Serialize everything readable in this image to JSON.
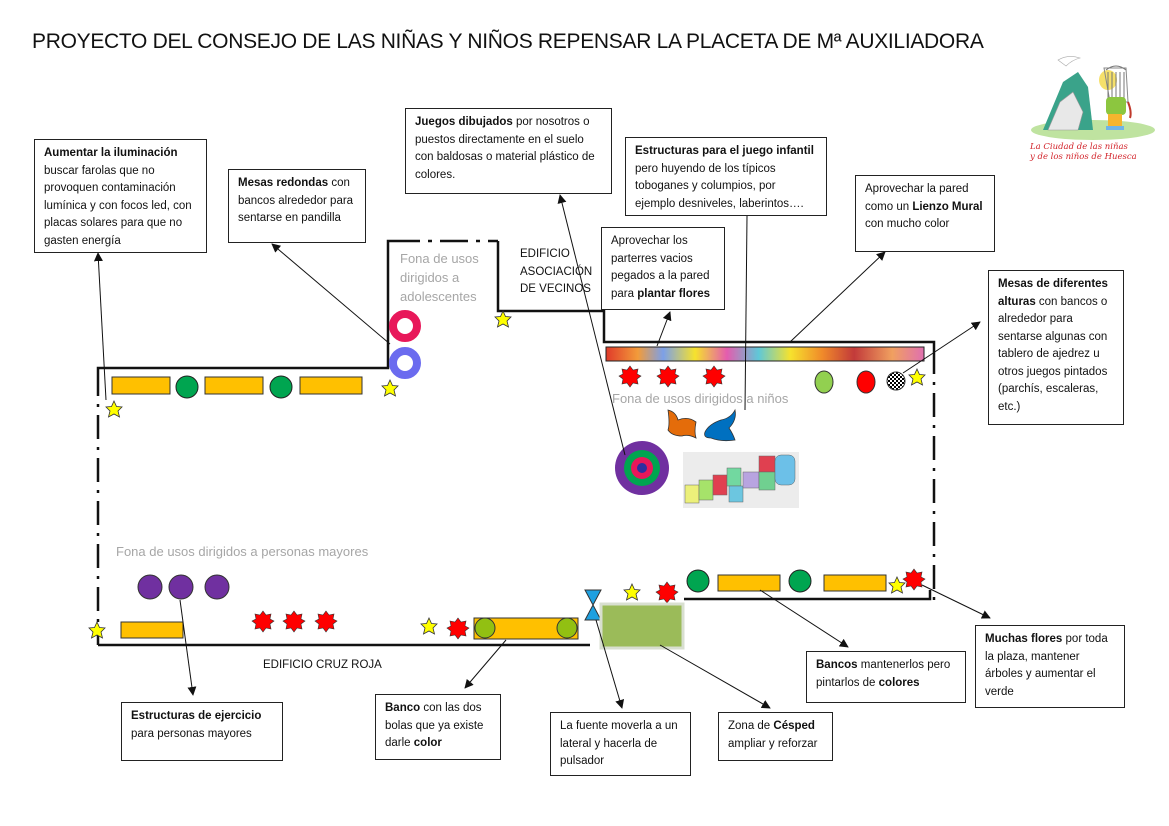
{
  "title": "PROYECTO DEL CONSEJO DE LAS NIÑAS Y NIÑOS REPENSAR LA PLACETA DE Mª AUXILIADORA",
  "logo": {
    "icon": "child-with-mountain-illustration",
    "caption_line1": "La Ciudad de las niñas",
    "caption_line2": "y de los niños de Huesca"
  },
  "zones": {
    "adolescentes": "Fona de usos dirigidos a adolescentes",
    "ninos": "Fona de usos dirigidos a niños",
    "mayores": "Fona de usos dirigidos a personas mayores"
  },
  "buildings": {
    "asociacion": [
      "EDIFICIO",
      "ASOCIACIÓN",
      "DE VECINOS"
    ],
    "cruz_roja": "EDIFICIO CRUZ ROJA"
  },
  "callouts": {
    "iluminacion": {
      "bold": "Aumentar la iluminación",
      "text": " buscar farolas que no provoquen contaminación lumínica y con focos led, con placas solares para que no gasten energía"
    },
    "mesas_redondas": {
      "bold": "Mesas redondas",
      "text": " con bancos alrededor para sentarse en pandilla"
    },
    "juegos_dibujados": {
      "bold": "Juegos dibujados",
      "text": " por nosotros o puestos directamente en el suelo con baldosas o material plástico de colores."
    },
    "estructuras_infantil": {
      "bold": "Estructuras para el juego infantil",
      "text": " pero huyendo de los típicos toboganes y columpios, por ejemplo desniveles, laberintos…."
    },
    "lienzo_mural": {
      "pre": "Aprovechar la pared como un ",
      "bold": "Lienzo Mural",
      "text": " con mucho color"
    },
    "parterres": {
      "pre": "Aprovechar los parterres vacios pegados a la pared para ",
      "bold": "plantar flores"
    },
    "mesas_alturas": {
      "bold": "Mesas de diferentes alturas",
      "text": " con bancos o alrededor para sentarse algunas con tablero de ajedrez  u otros juegos pintados (parchís, escaleras, etc.)"
    },
    "ejercicio": {
      "bold": "Estructuras de ejercicio",
      "text": " para personas mayores"
    },
    "banco_bolas": {
      "bold": "Banco",
      "text": "  con las dos bolas que ya existe darle ",
      "bold2": "color"
    },
    "fuente": {
      "text": "La fuente moverla a un lateral y hacerla de pulsador"
    },
    "cesped": {
      "pre": "Zona de ",
      "bold": "Césped",
      "text": " ampliar y reforzar"
    },
    "bancos": {
      "bold": "Bancos",
      "text": " mantenerlos pero pintarlos de ",
      "bold2": "colores"
    },
    "flores": {
      "bold": "Muchas flores",
      "text": " por toda la plaza, mantener árboles y aumentar el verde"
    }
  },
  "colors": {
    "bench": "#ffc000",
    "tree": "#00a550",
    "flower": "#ff0000",
    "star": "#ffff00",
    "table_pink": "#e8185a",
    "table_blue": "#6b6bef",
    "exercise": "#7030a0",
    "lawn": "#9bbb59",
    "fountain": "#1ea0e0",
    "zone_text": "#a6a6a6"
  }
}
